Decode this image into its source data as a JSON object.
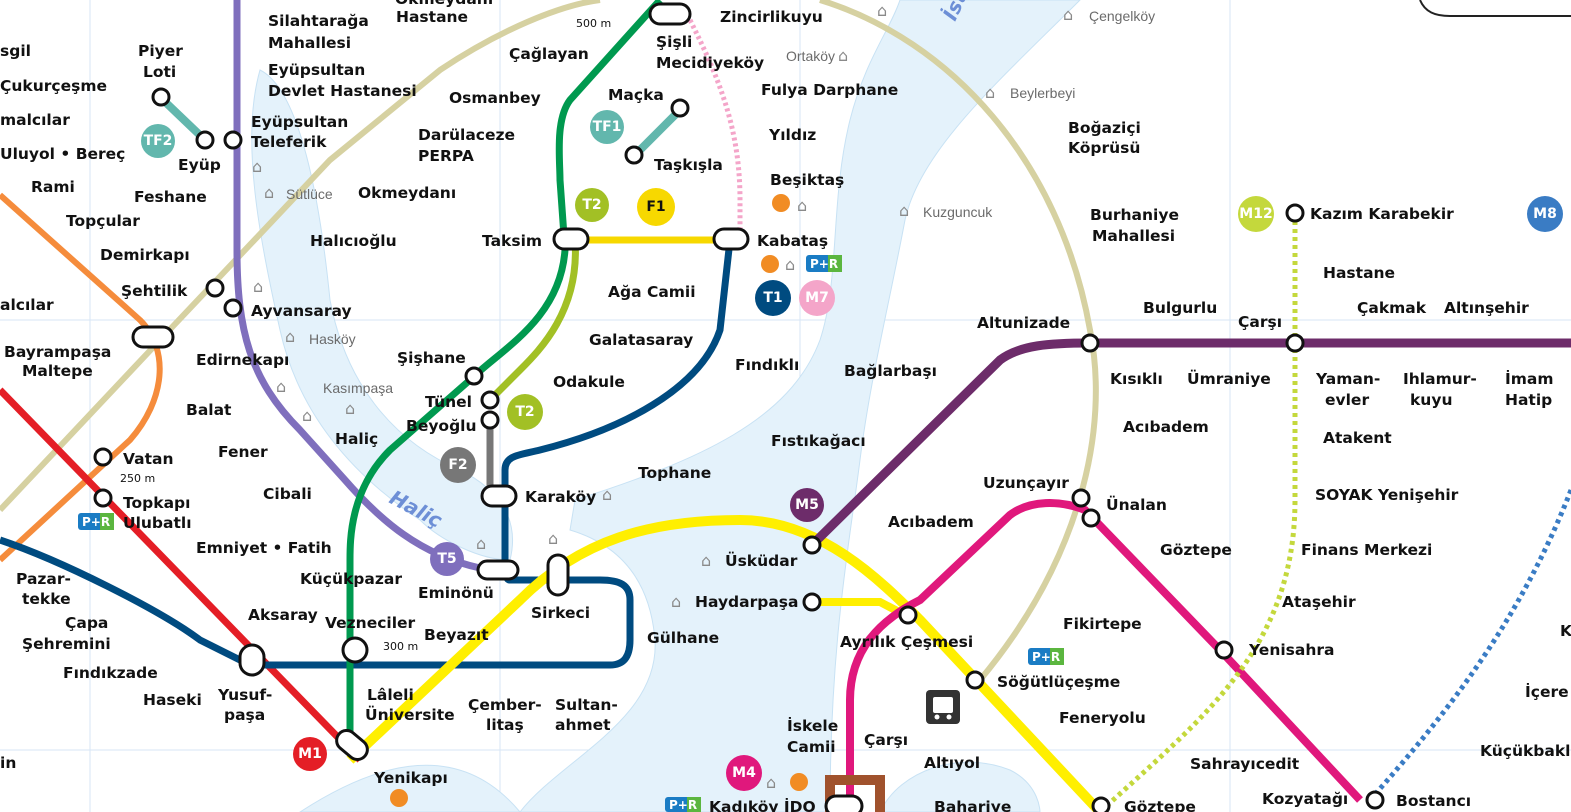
{
  "water": {
    "halic": "Haliç",
    "istanbul": "İst"
  },
  "lines": [
    {
      "id": "m1",
      "color": "#e41e26"
    },
    {
      "id": "m2",
      "color": "#00994f"
    },
    {
      "id": "m4",
      "color": "#e0187c"
    },
    {
      "id": "m5",
      "color": "#6d2c6a"
    },
    {
      "id": "marmaray",
      "color": "#ffef00"
    },
    {
      "id": "t1",
      "color": "#004b80"
    },
    {
      "id": "t5",
      "color": "#7f6fbd"
    },
    {
      "id": "m7",
      "color": "#f4a5c9"
    },
    {
      "id": "ring",
      "color": "#d6d1a1"
    },
    {
      "id": "f1",
      "color": "#f7d800"
    },
    {
      "id": "t4",
      "color": "#f58c3c"
    },
    {
      "id": "m12",
      "color": "#c4d83c"
    },
    {
      "id": "t2",
      "color": "#a2c025"
    },
    {
      "id": "f2",
      "color": "#777777"
    },
    {
      "id": "tf1",
      "color": "#62b7ad"
    }
  ],
  "badges": [
    {
      "text": "TF2",
      "color": "#62b7ad"
    },
    {
      "text": "TF1",
      "color": "#62b7ad"
    },
    {
      "text": "T2",
      "color": "#a2c025"
    },
    {
      "text": "F1",
      "color": "#f7d800",
      "dark": true
    },
    {
      "text": "T1",
      "color": "#004b80"
    },
    {
      "text": "M7",
      "color": "#f4a5c9"
    },
    {
      "text": "T2",
      "color": "#a2c025"
    },
    {
      "text": "F2",
      "color": "#777777"
    },
    {
      "text": "T5",
      "color": "#7f6fbd"
    },
    {
      "text": "M5",
      "color": "#6d2c6a"
    },
    {
      "text": "M1",
      "color": "#e41e26"
    },
    {
      "text": "M4",
      "color": "#e0187c"
    },
    {
      "text": "M12",
      "color": "#c4d83c"
    },
    {
      "text": "M8",
      "color": "#3a7cc4"
    }
  ],
  "stations": [
    "Silahtarağa",
    "Mahallesi",
    "Eyüpsultan",
    "Devlet Hastanesi",
    "Eyüpsultan",
    "Teleferik",
    "Piyer",
    "Loti",
    "Eyüp",
    "Feshane",
    "Sütlüce",
    "Okmeydanı",
    "Darülaceze",
    "PERPA",
    "Halıcıoğlu",
    "Demirkapı",
    "Şehtilik",
    "Ayvansaray",
    "Hasköy",
    "Edirnekapı",
    "Kasımpaşa",
    "Balat",
    "Fener",
    "Haliç",
    "Cibali",
    "Topçular",
    "Rami",
    "Uluyol • Bereç",
    "malcılar",
    "Çukurçeşme",
    "sgil",
    "alcılar",
    "Bayrampaşa",
    "Maltepe",
    "Vatan",
    "250 m",
    "Topkapı",
    "Ulubatlı",
    "Emniyet • Fatih",
    "Pazar-",
    "tekke",
    "Çapa",
    "Şehremini",
    "Fındıkzade",
    "Haseki",
    "Aksaray",
    "Yusuf-",
    "paşa",
    "Vezneciler",
    "300 m",
    "Lâleli",
    "Üniversite",
    "Küçükpazar",
    "Beyazıt",
    "Çember-",
    "litaş",
    "Sultan-",
    "ahmet",
    "Eminönü",
    "Sirkeci",
    "Gülhane",
    "Yenikapı",
    "in",
    "Hastane",
    "Çağlayan",
    "500 m",
    "Şişli",
    "Mecidiyeköy",
    "Zincirlikuyu",
    "Osmanbey",
    "Maçka",
    "Taşkışla",
    "Fulya Darphane",
    "Yıldız",
    "Beşiktaş",
    "Ortaköy",
    "Kabataş",
    "Taksim",
    "Ağa Camii",
    "Galatasaray",
    "Şişhane",
    "Odakule",
    "Tünel",
    "Beyoğlu",
    "Fındıklı",
    "Tophane",
    "Karaköy",
    "Kuzguncuk",
    "Beylerbeyi",
    "Çengelköy",
    "Boğaziçi",
    "Köprüsü",
    "Burhaniye",
    "Mahallesi",
    "Bağlarbaşı",
    "Fıstıkağacı",
    "Altunizade",
    "Bulgurlu",
    "Kısıklı",
    "Ümraniye",
    "Çarşı",
    "Çakmak",
    "Altınşehir",
    "Yaman-",
    "evler",
    "Ihlamur-",
    "kuyu",
    "İmam",
    "Hatip",
    "Acıbadem",
    "Kazım Karabekir",
    "Hastane",
    "Atakent",
    "SOYAK Yenişehir",
    "Finans Merkezi",
    "Ataşehir",
    "Yenisahra",
    "Göztepe",
    "Uzunçayır",
    "Ünalan",
    "Acıbadem",
    "Üsküdar",
    "Haydarpaşa",
    "Ayrılık Çeşmesi",
    "Fikirtepe",
    "Söğütlüçeşme",
    "Feneryolu",
    "İskele",
    "Camii",
    "Çarşı",
    "Altıyol",
    "Kadıköy İDO",
    "Bahariye",
    "Göztepe",
    "Sahrayıcedit",
    "Kozyatağı",
    "Bostancı",
    "İçere",
    "Küçükbakl",
    "K",
    "Okmeydanı"
  ],
  "pr": "P+R"
}
